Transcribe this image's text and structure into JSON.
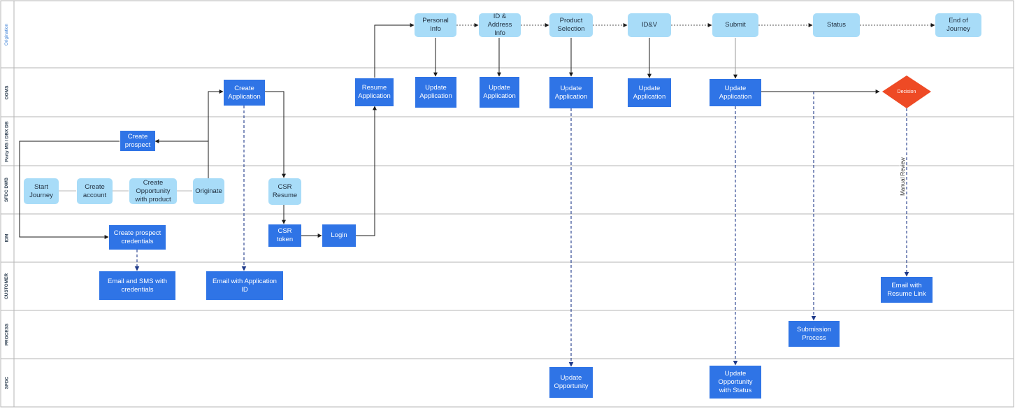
{
  "lanes": [
    {
      "id": "origination",
      "label": "Origination"
    },
    {
      "id": "ooms",
      "label": "OOMS"
    },
    {
      "id": "party",
      "label": "Party MS / DBX DB"
    },
    {
      "id": "sfdcdwb",
      "label": "SFDC DWB"
    },
    {
      "id": "idm",
      "label": "IDM"
    },
    {
      "id": "customer",
      "label": "CUSTOMER"
    },
    {
      "id": "process",
      "label": "PROCESS"
    },
    {
      "id": "sfdc",
      "label": "SFDC"
    }
  ],
  "nodes": {
    "personal_info": "Personal\nInfo",
    "id_address_info": "ID & Address\nInfo",
    "product_selection": "Product\nSelection",
    "idv": "ID&V",
    "submit": "Submit",
    "status": "Status",
    "end_of_journey": "End of Journey",
    "create_application": "Create\nApplication",
    "resume_application": "Resume\nApplication",
    "update_app_1": "Update\nApplication",
    "update_app_2": "Update\nApplication",
    "update_app_3": "Update\nApplication",
    "update_app_4": "Update\nApplication",
    "update_app_5": "Update\nApplication",
    "decision": "Decision",
    "create_prospect": "Create\nprospect",
    "start_journey": "Start\nJourney",
    "create_account": "Create\naccount",
    "create_opportunity": "Create\nOpportunity\nwith product",
    "originate": "Originate",
    "csr_resume": "CSR\nResume",
    "create_prospect_credentials": "Create prospect\ncredentials",
    "csr_token": "CSR token",
    "login": "Login",
    "email_sms_credentials": "Email and SMS with\ncredentials",
    "email_application_id": "Email with Application ID",
    "email_resume_link": "Email with\nResume Link",
    "submission_process": "Submission\nProcess",
    "update_opportunity": "Update\nOpportunity",
    "update_opportunity_status": "Update\nOpportunity\nwith Status"
  },
  "edge_labels": {
    "manual_review": "Manual Review"
  },
  "colors": {
    "rect_fill": "#2f74e6",
    "rounded_fill": "#a8dcf8",
    "decision_fill": "#ee4a25",
    "lane_line": "#b5b5b5",
    "edge": "#1a1a1a",
    "dashed_edge": "#1f3a8a"
  }
}
